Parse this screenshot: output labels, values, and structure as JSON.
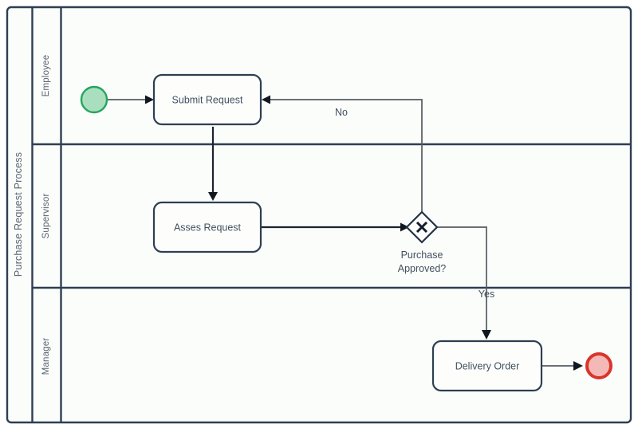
{
  "diagram": {
    "type": "bpmn-process-diagram",
    "pool": {
      "name": "Purchase Request Process"
    },
    "lanes": [
      {
        "id": "lane-employee",
        "label": "Employee"
      },
      {
        "id": "lane-supervisor",
        "label": "Supervisor"
      },
      {
        "id": "lane-manager",
        "label": "Manager"
      }
    ],
    "events": [
      {
        "id": "start-event",
        "kind": "start",
        "lane": "Employee",
        "fill": "#a9dfbf",
        "stroke": "#25a55f"
      },
      {
        "id": "end-event",
        "kind": "end",
        "lane": "Manager",
        "fill": "#f3b9b6",
        "stroke": "#d9342b"
      }
    ],
    "tasks": [
      {
        "id": "task-submit-request",
        "label": "Submit Request",
        "lane": "Employee"
      },
      {
        "id": "task-asses-request",
        "label": "Asses Request",
        "lane": "Supervisor"
      },
      {
        "id": "task-delivery-order",
        "label": "Delivery Order",
        "lane": "Manager"
      }
    ],
    "gateways": [
      {
        "id": "gateway-purchase-approved",
        "kind": "exclusive",
        "marker": "x-marker",
        "label_line1": "Purchase",
        "label_line2": "Approved?",
        "lane": "Supervisor"
      }
    ],
    "flows": [
      {
        "id": "flow-start-to-submit",
        "from": "start-event",
        "to": "task-submit-request",
        "label": ""
      },
      {
        "id": "flow-submit-to-asses",
        "from": "task-submit-request",
        "to": "task-asses-request",
        "label": ""
      },
      {
        "id": "flow-asses-to-gateway",
        "from": "task-asses-request",
        "to": "gateway-purchase-approved",
        "label": ""
      },
      {
        "id": "flow-gateway-no",
        "from": "gateway-purchase-approved",
        "to": "task-submit-request",
        "label": "No"
      },
      {
        "id": "flow-gateway-yes",
        "from": "gateway-purchase-approved",
        "to": "task-delivery-order",
        "label": "Yes"
      },
      {
        "id": "flow-delivery-to-end",
        "from": "task-delivery-order",
        "to": "end-event",
        "label": ""
      }
    ],
    "colors": {
      "pool_fill": "#fbfdfa",
      "pool_stroke": "#2f3e53",
      "task_fill": "#fdfefc",
      "task_stroke": "#2f3e53",
      "text": "#42505f",
      "label_text": "#5a6472",
      "flow_line": "#555b61"
    }
  }
}
